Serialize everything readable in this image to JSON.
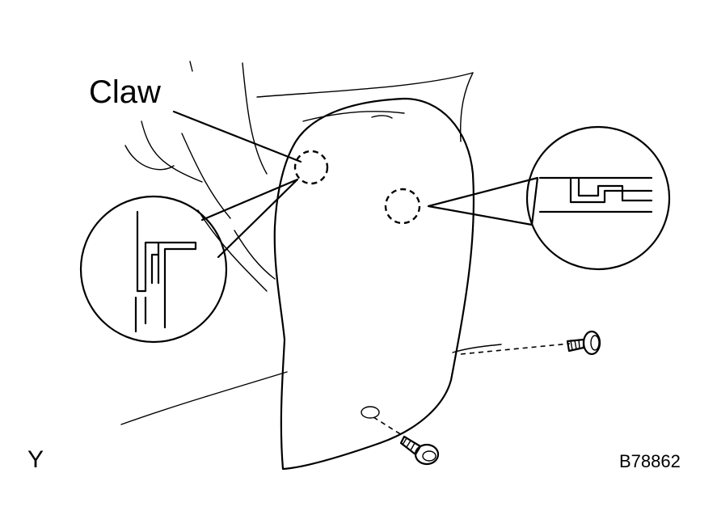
{
  "labels": {
    "claw": "Claw",
    "view": "Y",
    "figure_code": "B78862"
  },
  "colors": {
    "line": "#000000",
    "background": "#ffffff"
  }
}
